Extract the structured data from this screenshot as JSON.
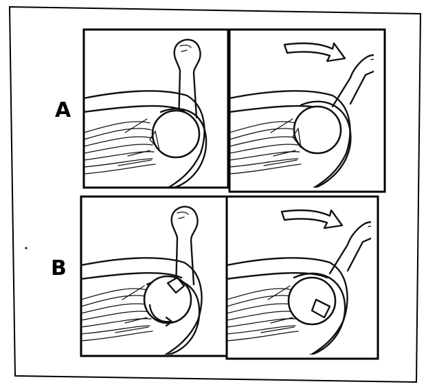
{
  "figure": {
    "rows": [
      {
        "label": "A"
      },
      {
        "label": "B"
      }
    ],
    "panels": [
      {
        "row": "A",
        "column": "left",
        "arm": "raised",
        "rotation_arrow": false,
        "humeral_head": "intact"
      },
      {
        "row": "A",
        "column": "right",
        "arm": "rotated",
        "rotation_arrow": true,
        "humeral_head": "intact"
      },
      {
        "row": "B",
        "column": "left",
        "arm": "raised",
        "rotation_arrow": false,
        "humeral_head": "defect-with-rotation-arrow"
      },
      {
        "row": "B",
        "column": "right",
        "arm": "rotated",
        "rotation_arrow": true,
        "humeral_head": "defect"
      }
    ],
    "colors": {
      "ink": "#111111",
      "paper": "#ffffff"
    }
  }
}
